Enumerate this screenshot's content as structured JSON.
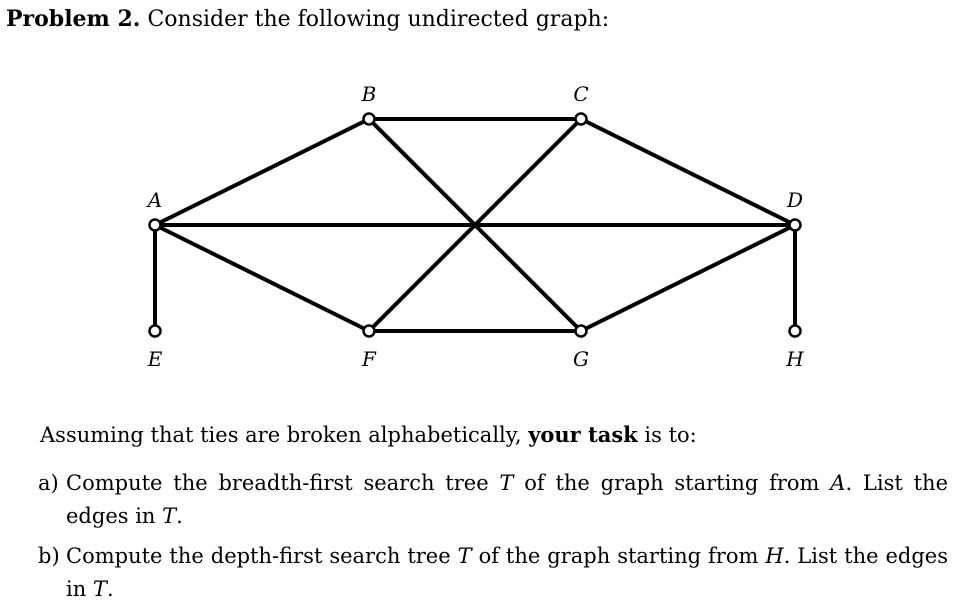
{
  "heading": {
    "label": "Problem 2.",
    "text": " Consider the following undirected graph:"
  },
  "graph": {
    "nodes": [
      {
        "id": "A",
        "label": "A"
      },
      {
        "id": "B",
        "label": "B"
      },
      {
        "id": "C",
        "label": "C"
      },
      {
        "id": "D",
        "label": "D"
      },
      {
        "id": "E",
        "label": "E"
      },
      {
        "id": "F",
        "label": "F"
      },
      {
        "id": "G",
        "label": "G"
      },
      {
        "id": "H",
        "label": "H"
      }
    ],
    "edges": [
      [
        "A",
        "B"
      ],
      [
        "A",
        "D"
      ],
      [
        "A",
        "E"
      ],
      [
        "A",
        "F"
      ],
      [
        "B",
        "C"
      ],
      [
        "B",
        "G"
      ],
      [
        "C",
        "D"
      ],
      [
        "C",
        "F"
      ],
      [
        "D",
        "G"
      ],
      [
        "D",
        "H"
      ],
      [
        "F",
        "G"
      ]
    ]
  },
  "task": {
    "intro_before": "Assuming that ties are broken alphabetically, ",
    "intro_bold": "your task",
    "intro_after": " is to:"
  },
  "items": {
    "a": {
      "letter": "a)",
      "t1": "Compute the breadth-first search tree ",
      "v1": "T",
      "t2": " of the graph starting from ",
      "v2": "A",
      "t3": ". List the edges in ",
      "v3": "T",
      "t4": "."
    },
    "b": {
      "letter": "b)",
      "t1": "Compute the depth-first search tree ",
      "v1": "T",
      "t2": " of the graph starting from ",
      "v2": "H",
      "t3": ". List the edges in ",
      "v3": "T",
      "t4": "."
    }
  }
}
